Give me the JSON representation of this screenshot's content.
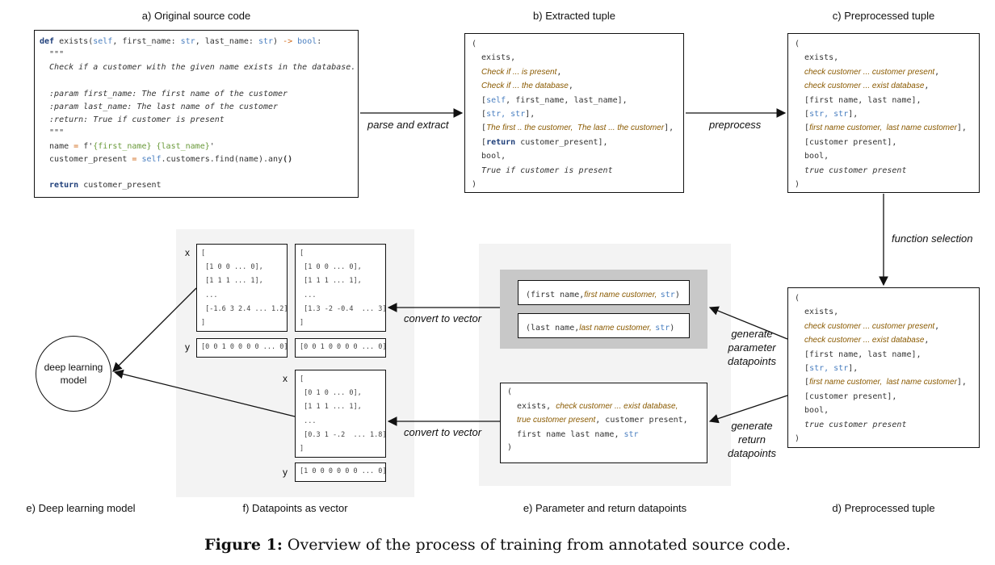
{
  "titles": {
    "a": "a) Original source code",
    "b": "b) Extracted tuple",
    "c": "c) Preprocessed tuple",
    "d": "d) Preprocessed tuple",
    "e_params": "e) Parameter and return datapoints",
    "f": "f) Datapoints as vector",
    "e_model": "e) Deep learning model"
  },
  "arrows": {
    "parse": "parse and extract",
    "preprocess": "preprocess",
    "function_selection": "function selection",
    "gen_param_1": "generate",
    "gen_param_2": "parameter",
    "gen_param_3": "datapoints",
    "gen_return_1": "generate",
    "gen_return_2": "return",
    "gen_return_3": "datapoints",
    "convert_1": "convert to vector",
    "convert_2": "convert to vector"
  },
  "source_code": {
    "def_kw": "def",
    "l1_a": " exists(",
    "l1_self": "self",
    "l1_b": ", first_name: ",
    "l1_str1": "str",
    "l1_c": ", last_name: ",
    "l1_str2": "str",
    "l1_d": ") ",
    "l1_arrow": "->",
    "l1_e": " ",
    "l1_bool": "bool",
    "l1_f": ":",
    "l2": "  \"\"\"",
    "l3": "  Check if a customer with the given name exists in the database.",
    "l4": "",
    "l5": "  :param first_name: The first name of the customer",
    "l6": "  :param last_name: The last name of the customer",
    "l7": "  :return: True if customer is present",
    "l8": "  \"\"\"",
    "l9_a": "  name ",
    "l9_eq": "=",
    "l9_b": " f'",
    "l9_c": "{first_name} {last_name}",
    "l9_d": "'",
    "l10_a": "  customer_present ",
    "l10_eq": "=",
    "l10_b": " ",
    "l10_self": "self",
    "l10_c": ".customers.find(name).any",
    "l10_d": "()",
    "l11": "",
    "l12_kw": "  return",
    "l12_b": " customer_present"
  },
  "extracted_tuple": {
    "open": "(",
    "l1": "  exists,",
    "l2": "Check if ... is present",
    "l3": "Check if ... the database",
    "l4_a": "  [",
    "l4_self": "self",
    "l4_b": ", first_name, last_name],",
    "l5_a": "  [",
    "l5_str": "str, str",
    "l5_b": "],",
    "l6_open": "  [",
    "l6_text": "The first .. the customer,  The last ... the customer",
    "l6_close": "],",
    "l7_a": "  [",
    "l7_kw": "return",
    "l7_b": " customer_present],",
    "l8": "  bool,",
    "l9": "  True if customer is present",
    "close": ")"
  },
  "preprocessed_tuple": {
    "open": "(",
    "l1": "  exists,",
    "l2": "check customer ... customer present",
    "l3": "check customer ... exist database",
    "l4": "  [first name, last name],",
    "l5_a": "  [",
    "l5_str": "str, str",
    "l5_b": "],",
    "l6_open": "  [",
    "l6_text": "first name customer,  last name customer",
    "l6_close": "],",
    "l7": "  [customer present],",
    "l8": "  bool,",
    "l9": "  true customer present",
    "close": ")"
  },
  "param_datapoints": [
    {
      "open": "(",
      "name": "first name,",
      "desc": "first name customer,",
      "type": "str",
      "close": ")"
    },
    {
      "open": "(",
      "name": "last name,",
      "desc": "last name customer,",
      "type": "str",
      "close": ")"
    }
  ],
  "return_datapoint": {
    "open": "(",
    "l1_a": "  exists, ",
    "l1_b": "check customer ... exist database,",
    "l2_a": "true customer present",
    "l2_b": ", customer present,",
    "l3_a": "  first name last name, ",
    "l3_b": "str",
    "close": ")"
  },
  "vectors": {
    "x_label": "x",
    "y_label": "y",
    "param_x1": [
      "[",
      " [1 0 0 ... 0],",
      " [1 1 1 ... 1],",
      " ...",
      " [-1.6 3 2.4 ... 1.2]",
      "]"
    ],
    "param_x2": [
      "[",
      " [1 0 0 ... 0],",
      " [1 1 1 ... 1],",
      " ...",
      " [1.3 -2 -0.4  ... 3]",
      "]"
    ],
    "param_y1": "[0 0 1 0 0 0 0 ... 0]",
    "param_y2": "[0 0 1 0 0 0 0 ... 0]",
    "return_x": [
      "[",
      " [0 1 0 ... 0],",
      " [1 1 1 ... 1],",
      " ...",
      " [0.3 1 -.2  ... 1.8]",
      "]"
    ],
    "return_y": "[1 0 0 0 0 0 0 ... 0]"
  },
  "model": {
    "line1": "deep learning",
    "line2": "model"
  },
  "caption": {
    "label": "Figure 1:",
    "text": " Overview of the process of training from annotated source code."
  }
}
